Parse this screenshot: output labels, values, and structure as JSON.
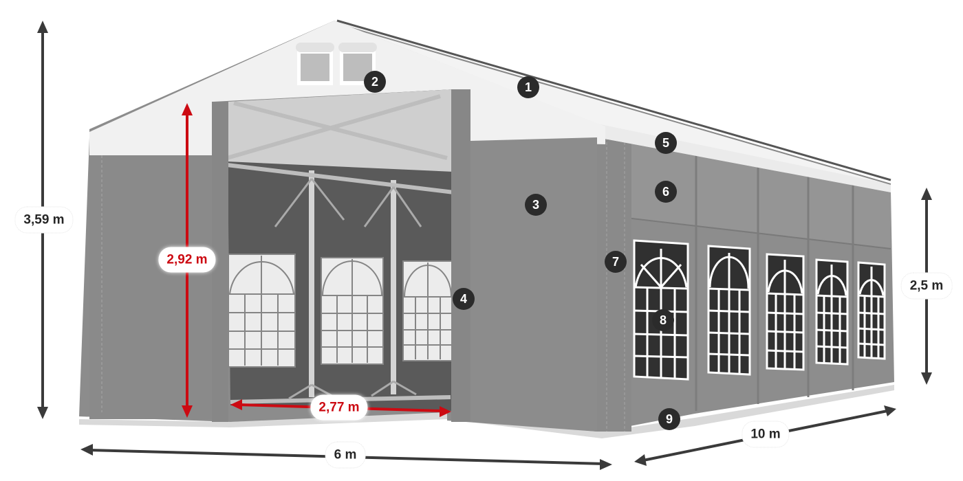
{
  "diagram": {
    "subject": "Event tent with arched windows — dimension diagram",
    "colors": {
      "overall_dimension": "#3a3a3a",
      "door_dimension": "#cc0a12",
      "marker_fill": "#2b2b2b",
      "marker_text": "#ffffff",
      "roof": "#efefef",
      "walls": "#8c8c8c",
      "window_dark": "#303030",
      "window_light": "#efefef"
    },
    "dimensions": {
      "total_height": "3,59 m",
      "door_height": "2,92 m",
      "door_width": "2,77 m",
      "side_height": "2,5 m",
      "width": "6 m",
      "length": "10 m"
    },
    "markers": [
      {
        "n": "1",
        "part": "roof ridge"
      },
      {
        "n": "2",
        "part": "gable ventilation window"
      },
      {
        "n": "3",
        "part": "gable wall"
      },
      {
        "n": "4",
        "part": "entrance curtain"
      },
      {
        "n": "5",
        "part": "roof eave"
      },
      {
        "n": "6",
        "part": "upper side panel"
      },
      {
        "n": "7",
        "part": "corner post cover"
      },
      {
        "n": "8",
        "part": "side wall arched window"
      },
      {
        "n": "9",
        "part": "ground skirt"
      }
    ]
  }
}
